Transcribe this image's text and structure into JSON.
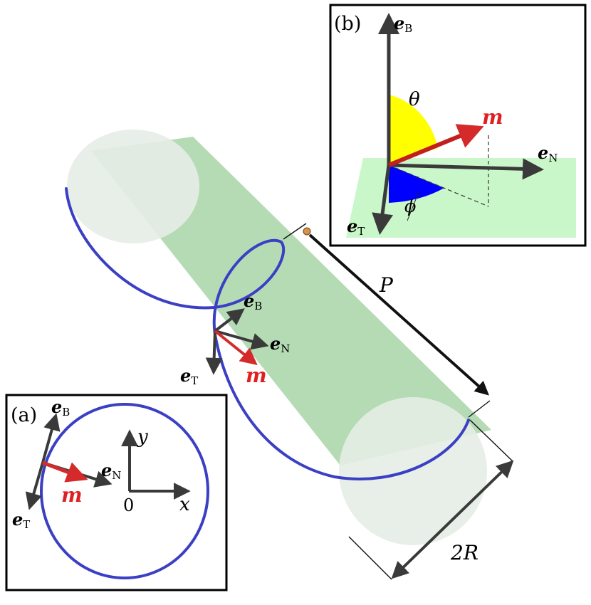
{
  "main": {
    "labels": {
      "P": "P",
      "two_r": "2R"
    },
    "frame": {
      "e_symbol": "e",
      "b_sub": "B",
      "n_sub": "N",
      "t_sub": "T",
      "m_symbol": "m"
    }
  },
  "inset_a": {
    "tag": "(a)",
    "e_symbol": "e",
    "b_sub": "B",
    "n_sub": "N",
    "t_sub": "T",
    "m_symbol": "m",
    "x_label": "x",
    "y_label": "y",
    "origin_label": "0"
  },
  "inset_b": {
    "tag": "(b)",
    "e_symbol": "e",
    "b_sub": "B",
    "n_sub": "N",
    "t_sub": "T",
    "m_symbol": "m",
    "theta": "θ",
    "phi": "ϕ"
  },
  "colors": {
    "helix": "#3b3fc4",
    "cylinder": "#9ccf9c",
    "cap": "#e6ede6",
    "magnetization": "#d42a2a",
    "theta_fill": "#ffff00",
    "phi_fill": "#0000ff",
    "plane": "#c9f7c9",
    "arrow": "#3a3a3a"
  }
}
